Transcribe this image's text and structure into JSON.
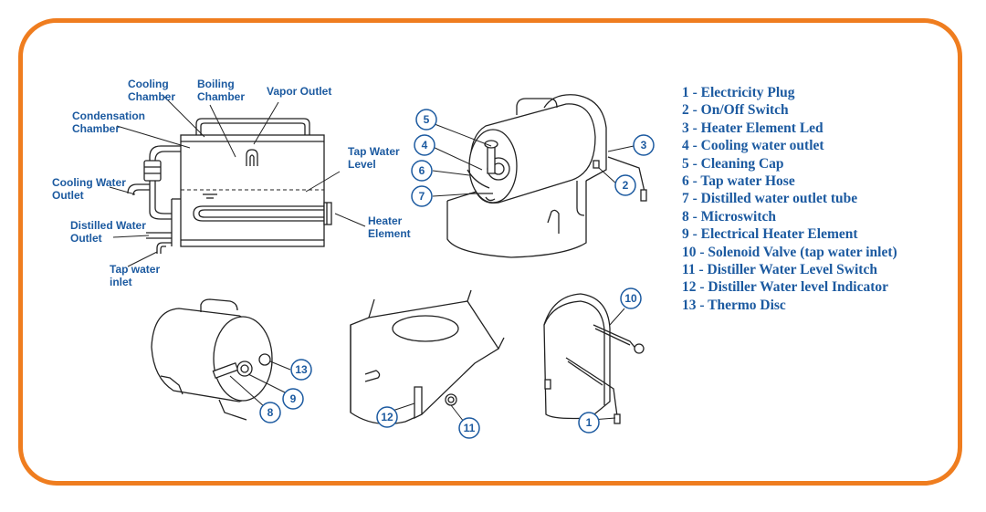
{
  "accent_color": "#ef7d1f",
  "text_color": "#1c5aa0",
  "schematic_labels": {
    "cooling_chamber": [
      "Cooling",
      "Chamber"
    ],
    "boiling_chamber": [
      "Boiling",
      "Chamber"
    ],
    "vapor_outlet": "Vapor Outlet",
    "condensation_chamber": [
      "Condensation",
      "Chamber"
    ],
    "tap_water_level": [
      "Tap Water",
      "Level"
    ],
    "cooling_water_outlet": [
      "Cooling Water",
      "Outlet"
    ],
    "distilled_water_outlet": [
      "Distilled Water",
      "Outlet"
    ],
    "heater_element": [
      "Heater",
      "Element"
    ],
    "tap_water_inlet": [
      "Tap water",
      "inlet"
    ]
  },
  "callouts": [
    "1",
    "2",
    "3",
    "4",
    "5",
    "6",
    "7",
    "8",
    "9",
    "10",
    "11",
    "12",
    "13"
  ],
  "legend": [
    "1 - Electricity Plug",
    "2 - On/Off Switch",
    "3 - Heater Element Led",
    "4 - Cooling water outlet",
    "5 - Cleaning Cap",
    "6 - Tap water Hose",
    "7 - Distilled water outlet tube",
    "8 - Microswitch",
    "9 - Electrical Heater Element",
    "10 - Solenoid Valve (tap water inlet)",
    "11 - Distiller Water Level Switch",
    "12 - Distiller Water level Indicator",
    "13 - Thermo Disc"
  ]
}
